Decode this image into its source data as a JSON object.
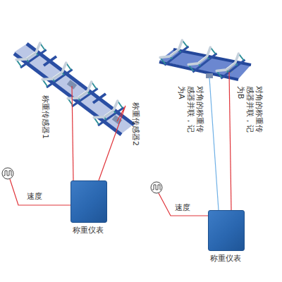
{
  "diagram": {
    "nodes": [
      {
        "text": [
          "称重仪表"
        ]
      },
      {
        "text": [
          "称重仪表"
        ]
      }
    ],
    "labels": [
      "称重传感器1",
      "称重传感器2",
      "速度",
      "对角的称重传感器并联，记为A",
      "对角的称重传感器并联，记为B",
      "速度"
    ]
  }
}
